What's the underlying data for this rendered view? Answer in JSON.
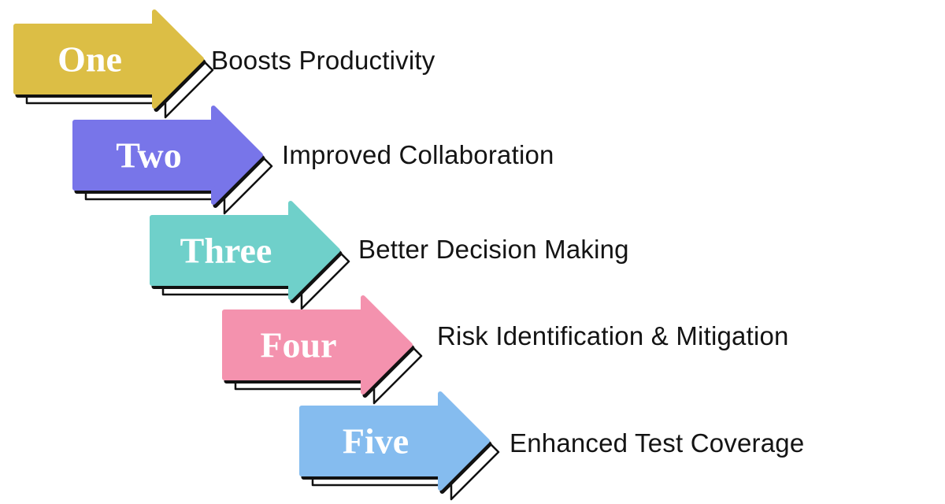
{
  "diagram": {
    "steps": [
      {
        "number": "One",
        "label": "Boosts Productivity",
        "color": "#DCBE45"
      },
      {
        "number": "Two",
        "label": "Improved Collaboration",
        "color": "#7875E9"
      },
      {
        "number": "Three",
        "label": "Better Decision Making",
        "color": "#6FD0CA"
      },
      {
        "number": "Four",
        "label": "Risk Identification & Mitigation",
        "color": "#F492AE"
      },
      {
        "number": "Five",
        "label": "Enhanced Test Coverage",
        "color": "#85BCEF"
      }
    ],
    "colors": {
      "background": "#FFFFFF",
      "label_text": "#141414",
      "number_text": "#FFFFFF",
      "outline": "#111111",
      "paper_fill": "#FFFFFF"
    }
  }
}
